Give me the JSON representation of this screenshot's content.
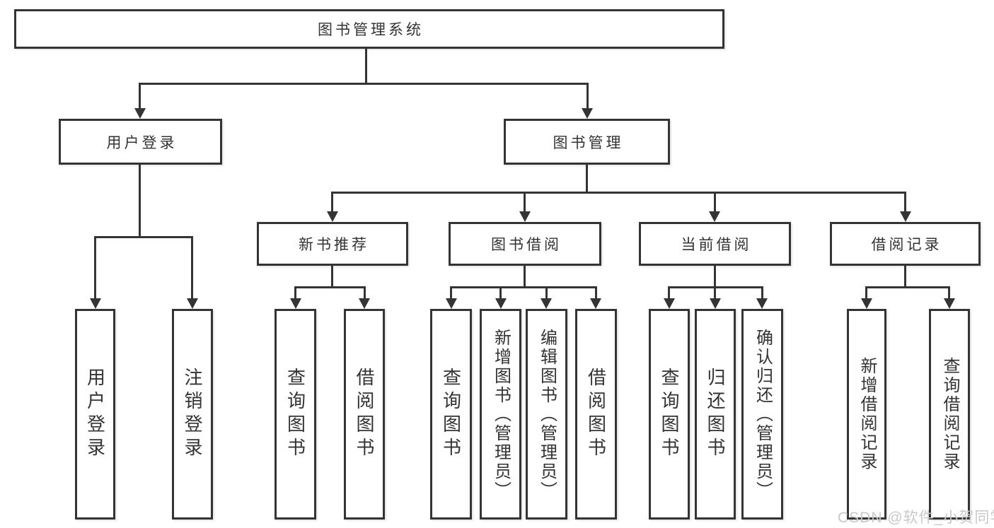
{
  "diagram_title": "图书管理系统",
  "nodes": {
    "system": "图书管理系统",
    "user_login": "用户登录",
    "book_management": "图书管理",
    "leaf_user_login": "用户登录",
    "leaf_logout": "注销登录",
    "new_book_recommend": "新书推荐",
    "book_borrow": "图书借阅",
    "current_borrow": "当前借阅",
    "borrow_records": "借阅记录",
    "nbr_query_books": "查询图书",
    "nbr_borrow_books": "借阅图书",
    "bb_query_books": "查询图书",
    "bb_add_books": "新增图书（管理员）",
    "bb_edit_books": "编辑图书（管理员）",
    "bb_borrow_books": "借阅图书",
    "cb_query_books": "查询图书",
    "cb_return_books": "归还图书",
    "cb_confirm_return": "确认归还（管理员）",
    "br_add_record": "新增借阅记录",
    "br_query_record": "查询借阅记录"
  },
  "watermark": "CSDN @软件_小贺同学",
  "colors": {
    "line": "#343434",
    "text": "#333333",
    "watermark": "#c9c9c9",
    "background": "#ffffff"
  }
}
